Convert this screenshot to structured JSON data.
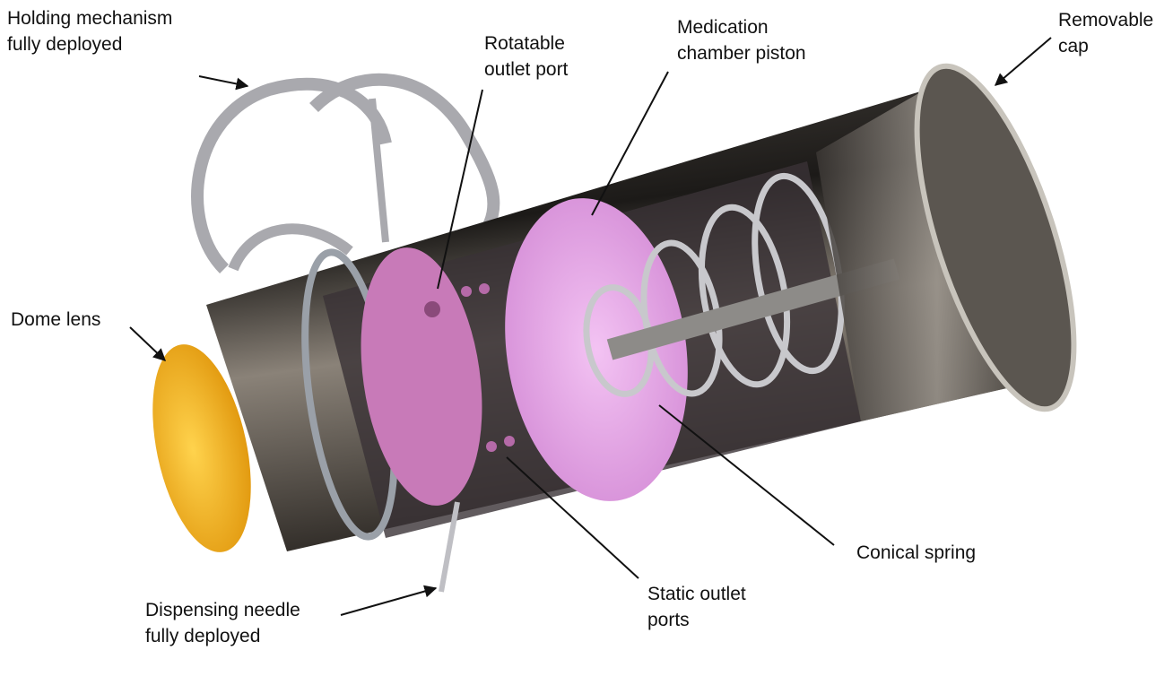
{
  "labels": {
    "holding": [
      "Holding mechanism",
      "fully deployed"
    ],
    "rotatable": [
      "Rotatable",
      "outlet port"
    ],
    "piston": [
      "Medication",
      "chamber piston"
    ],
    "cap": [
      "Removable",
      "cap"
    ],
    "dome": [
      "Dome lens"
    ],
    "needle": [
      "Dispensing needle",
      "fully deployed"
    ],
    "static": [
      "Static outlet",
      "ports"
    ],
    "spring": [
      "Conical spring"
    ]
  },
  "colors": {
    "body": "#2a2622",
    "pink": "#e6a6e6",
    "lens": "#f2b01e",
    "metal": "#b9b9bd"
  }
}
